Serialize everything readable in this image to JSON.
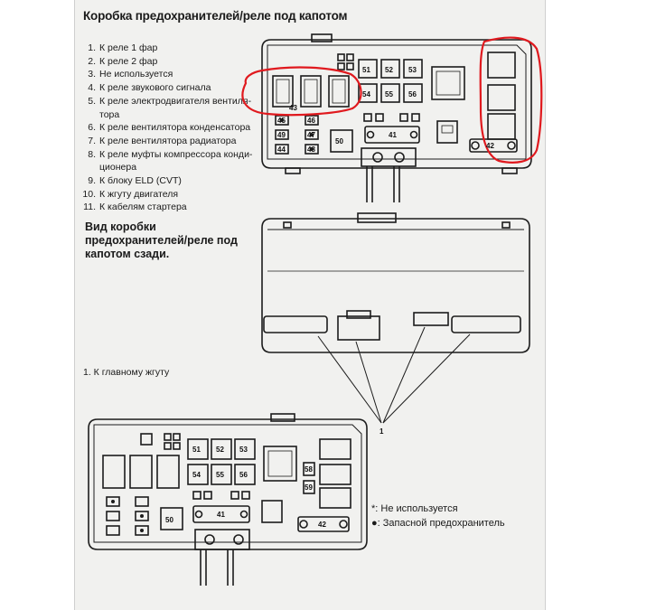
{
  "title": "Коробка предохранителей/реле под капотом",
  "legend": [
    {
      "num": "1.",
      "text": "К реле 1 фар"
    },
    {
      "num": "2.",
      "text": "К реле 2 фар"
    },
    {
      "num": "3.",
      "text": "Не используется"
    },
    {
      "num": "4.",
      "text": "К реле звукового сигнала"
    },
    {
      "num": "5.",
      "text": "К реле электродвигателя вентиля-"
    },
    {
      "num": "",
      "text": "тора"
    },
    {
      "num": "6.",
      "text": "К реле вентилятора конденсатора"
    },
    {
      "num": "7.",
      "text": "К реле вентилятора радиатора"
    },
    {
      "num": "8.",
      "text": "К реле муфты компрессора конди-"
    },
    {
      "num": "",
      "text": "ционера"
    },
    {
      "num": "9.",
      "text": "К блоку ELD (CVT)"
    },
    {
      "num": "10.",
      "text": "К жгуту двигателя"
    },
    {
      "num": "11.",
      "text": "К кабелям стартера"
    }
  ],
  "rear_title": "Вид коробки предохранителей/реле под капотом сзади.",
  "rear_note": "1. К главному жгуту",
  "callout_label": "1",
  "key": {
    "unused": "*: Не используется",
    "spare": "●: Запасной предохранитель"
  },
  "top_box": {
    "fuses": [
      "51",
      "52",
      "53",
      "54",
      "55",
      "56",
      "42",
      "41",
      "50"
    ],
    "side_fuses": [
      "45",
      "46",
      "47",
      "48",
      "49",
      "44",
      "43"
    ]
  },
  "bottom_box": {
    "fuses": [
      "51",
      "52",
      "53",
      "54",
      "55",
      "56",
      "50",
      "41",
      "42",
      "58",
      "59"
    ]
  },
  "colors": {
    "highlight": "#e0191e",
    "line": "#1c1c1c"
  }
}
